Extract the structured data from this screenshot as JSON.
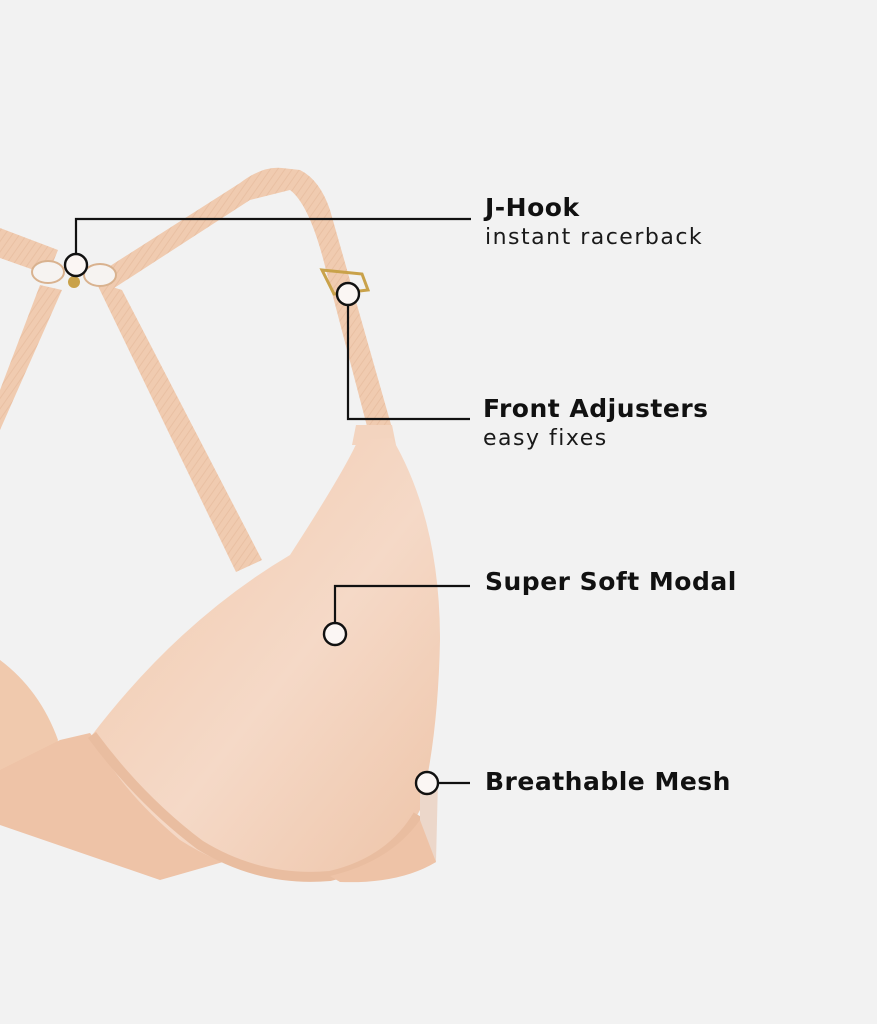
{
  "colors": {
    "background": "#f2f2f2",
    "fabric": "#f1cdb3",
    "fabric_light": "#f6dccb",
    "fabric_shadow": "#e8bea2",
    "hardware_gold": "#c9a24a",
    "callout_line": "#111111",
    "marker_fill": "#fbf6f4"
  },
  "callouts": [
    {
      "id": "j-hook",
      "title": "J-Hook",
      "subtitle": "instant racerback"
    },
    {
      "id": "front-adjusters",
      "title": "Front Adjusters",
      "subtitle": "easy fixes"
    },
    {
      "id": "super-soft-modal",
      "title": "Super Soft Modal",
      "subtitle": ""
    },
    {
      "id": "breathable-mesh",
      "title": "Breathable Mesh",
      "subtitle": ""
    }
  ]
}
